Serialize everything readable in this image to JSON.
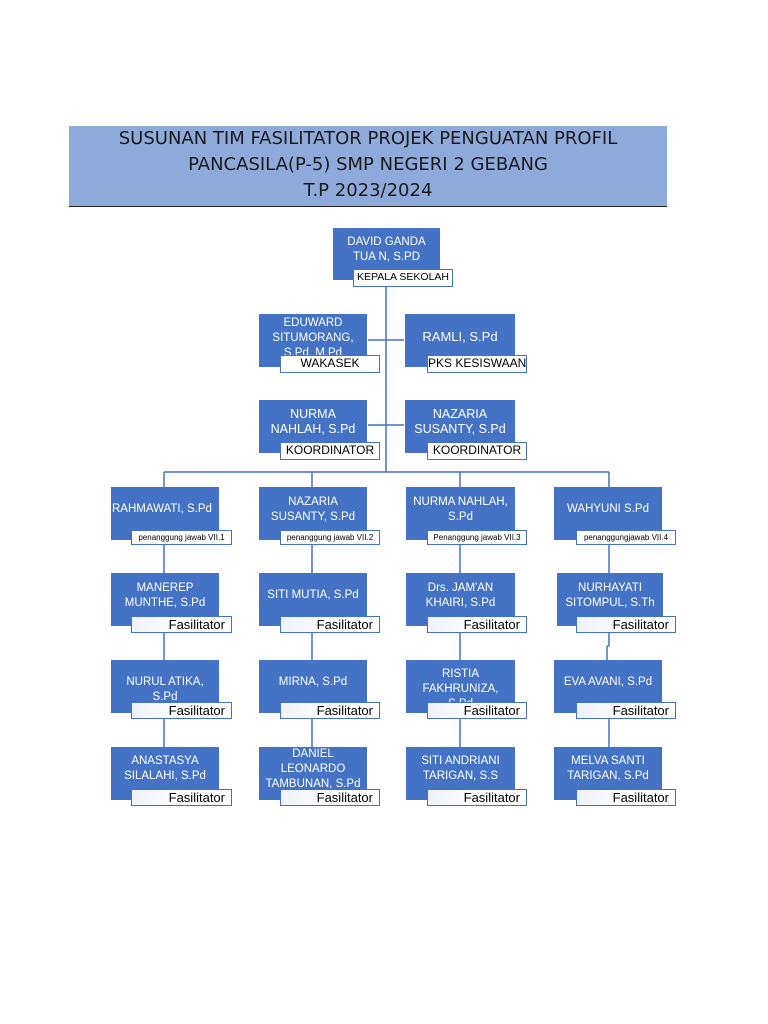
{
  "title": {
    "line1": "SUSUNAN TIM FASILITATOR PROJEK PENGUATAN PROFIL",
    "line2": "PANCASILA(P-5) SMP NEGERI 2 GEBANG",
    "line3": "T.P 2023/2024"
  },
  "head": {
    "name": "DAVID GANDA TUA N, S.PD",
    "role": "KEPALA SEKOLAH"
  },
  "vice": [
    {
      "name": "EDUWARD SITUMORANG, S.Pd, M.Pd",
      "role": "WAKASEK"
    },
    {
      "name": "RAMLI, S.Pd",
      "role": "PKS KESISWAAN"
    }
  ],
  "coordinators": [
    {
      "name": "NURMA NAHLAH, S.Pd",
      "role": "KOORDINATOR"
    },
    {
      "name": "NAZARIA SUSANTY, S.Pd",
      "role": "KOORDINATOR"
    }
  ],
  "classes": [
    {
      "lead": {
        "name": "RAHMAWATI, S.Pd",
        "role": "penanggung jawab VII.1"
      },
      "facilitators": [
        {
          "name": "MANEREP MUNTHE, S.Pd",
          "role": "Fasilitator"
        },
        {
          "name": "NURUL ATIKA, S.Pd",
          "role": "Fasilitator"
        },
        {
          "name": "ANASTASYA SILALAHI, S.Pd",
          "role": "Fasilitator"
        }
      ]
    },
    {
      "lead": {
        "name": "NAZARIA SUSANTY, S.Pd",
        "role": "penanggung jawab VII.2"
      },
      "facilitators": [
        {
          "name": "SITI MUTIA, S.Pd",
          "role": "Fasilitator"
        },
        {
          "name": "MIRNA, S.Pd",
          "role": "Fasilitator"
        },
        {
          "name": "DANIEL LEONARDO TAMBUNAN, S.Pd",
          "role": "Fasilitator"
        }
      ]
    },
    {
      "lead": {
        "name": "NURMA NAHLAH, S.Pd",
        "role": "Penanggung jawab VII.3"
      },
      "facilitators": [
        {
          "name": "Drs. JAM'AN KHAIRI, S.Pd",
          "role": "Fasilitator"
        },
        {
          "name": "RISTIA FAKHRUNIZA, S.Pd",
          "role": "Fasilitator"
        },
        {
          "name": "SITI ANDRIANI TARIGAN, S.S",
          "role": "Fasilitator"
        }
      ]
    },
    {
      "lead": {
        "name": "WAHYUNI S.Pd",
        "role": "penanggungjawab VII.4"
      },
      "facilitators": [
        {
          "name": "NURHAYATI SITOMPUL, S.Th",
          "role": "Fasilitator"
        },
        {
          "name": "EVA AVANI, S.Pd",
          "role": "Fasilitator"
        },
        {
          "name": "MELVA SANTI TARIGAN, S.Pd",
          "role": "Fasilitator"
        }
      ]
    }
  ],
  "colors": {
    "box": "#4472c4",
    "header_band": "#8eaadb",
    "line": "#4472c4"
  }
}
